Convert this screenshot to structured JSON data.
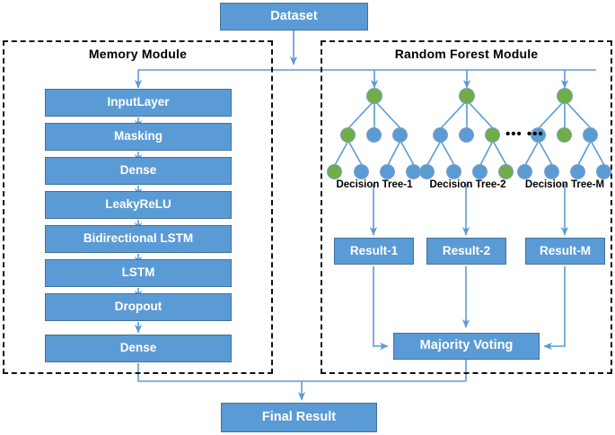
{
  "figure": {
    "top_node": {
      "label": "Dataset"
    },
    "bottom_node": {
      "label": "Final Result"
    }
  },
  "memory_module": {
    "title": "Memory Module",
    "layers": [
      {
        "label": "InputLayer"
      },
      {
        "label": "Masking"
      },
      {
        "label": "Dense"
      },
      {
        "label": "LeakyReLU"
      },
      {
        "label": "Bidirectional LSTM"
      },
      {
        "label": "LSTM"
      },
      {
        "label": "Dropout"
      },
      {
        "label": "Dense"
      }
    ]
  },
  "random_forest_module": {
    "title": "Random Forest Module",
    "ellipsis": "•••  •••",
    "trees": [
      {
        "label": "Decision Tree-1",
        "root": "green",
        "middle": [
          "green",
          "blue",
          "blue"
        ],
        "leaves": [
          "green",
          "blue",
          "blue",
          "blue"
        ]
      },
      {
        "label": "Decision Tree-2",
        "root": "green",
        "middle": [
          "blue",
          "blue",
          "green"
        ],
        "leaves": [
          "blue",
          "blue",
          "blue",
          "green"
        ]
      },
      {
        "label": "Decision Tree-M",
        "root": "green",
        "middle": [
          "blue",
          "green",
          "blue"
        ],
        "leaves": [
          "blue",
          "blue",
          "blue",
          "blue"
        ]
      }
    ],
    "results": [
      {
        "label": "Result-1"
      },
      {
        "label": "Result-2"
      },
      {
        "label": "Result-M"
      }
    ],
    "voting": {
      "label": "Majority Voting"
    }
  },
  "colors": {
    "box_fill": "#5b9bd5",
    "box_border": "#41719c",
    "node_green": "#70ad47",
    "node_blue": "#5b9bd5",
    "arrow": "#5b9bd5",
    "module_border": "#111111",
    "text_on_box": "#ffffff",
    "text_label": "#000000"
  }
}
